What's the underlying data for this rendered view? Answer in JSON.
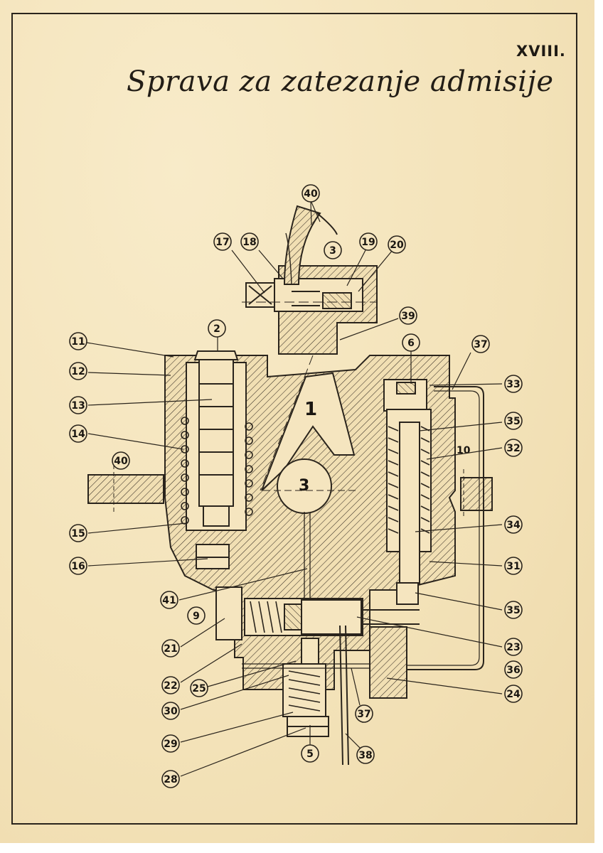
{
  "sheet": {
    "number": "XVIII.",
    "title": "Sprava za zatezanje admisije"
  },
  "part_labels": {
    "body": "1",
    "shaft": "3",
    "port": "10"
  },
  "callouts": [
    "40",
    "17",
    "18",
    "3",
    "19",
    "20",
    "39",
    "2",
    "6",
    "37",
    "11",
    "33",
    "12",
    "13",
    "35",
    "14",
    "32",
    "40",
    "15",
    "34",
    "16",
    "31",
    "41",
    "9",
    "35",
    "21",
    "23",
    "22",
    "25",
    "36",
    "30",
    "37",
    "24",
    "29",
    "5",
    "38",
    "28"
  ]
}
